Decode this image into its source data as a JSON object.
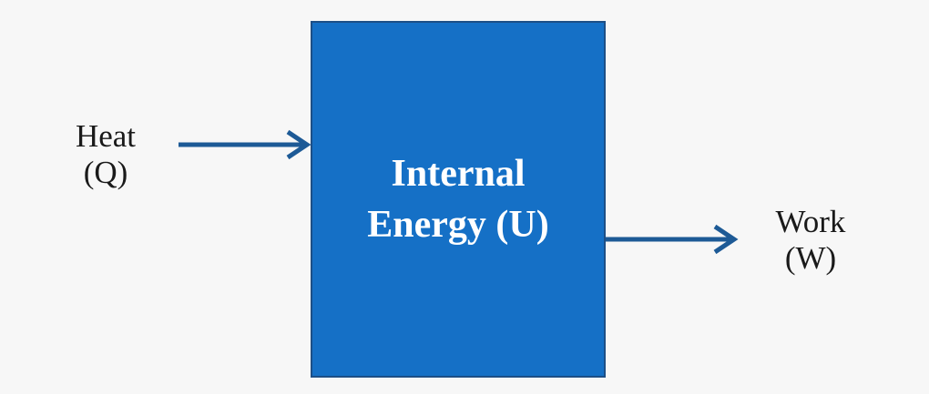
{
  "diagram": {
    "box": {
      "line1": "Internal",
      "line2": "Energy (U)"
    },
    "input": {
      "line1": "Heat",
      "line2": "(Q)"
    },
    "output": {
      "line1": "Work",
      "line2": "(W)"
    },
    "colors": {
      "box_fill": "#1570c6",
      "box_border": "#1d4f86",
      "arrow": "#1d5a96",
      "background": "#f7f7f7"
    }
  }
}
